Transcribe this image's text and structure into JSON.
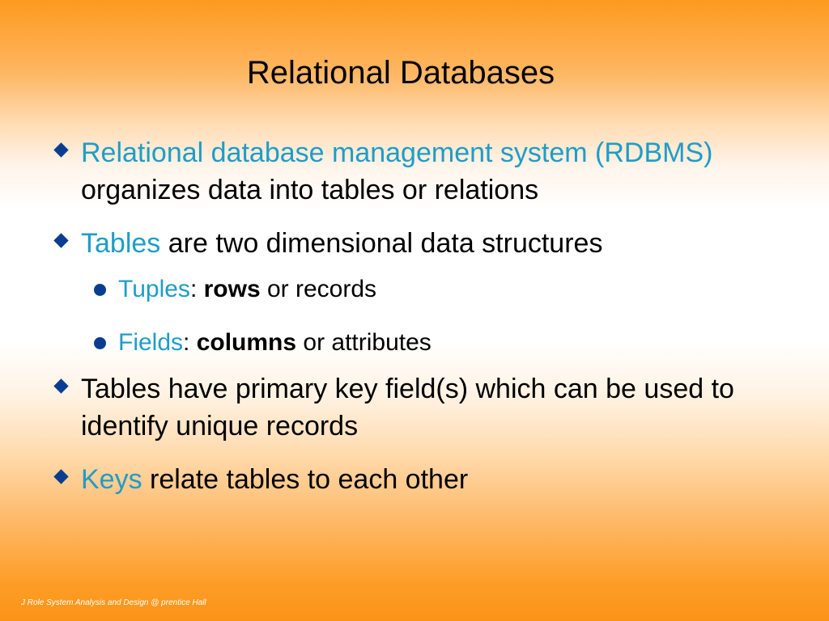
{
  "slide": {
    "title": "Relational Databases",
    "bullets": [
      {
        "highlight": "Relational database management system (RDBMS)",
        "rest": " organizes data into tables or relations"
      },
      {
        "highlight": "Tables",
        "rest": " are two dimensional data structures",
        "sub_bullets": [
          {
            "highlight": "Tuples",
            "sep": ": ",
            "bold": "rows",
            "rest": " or records"
          },
          {
            "highlight": "Fields",
            "sep": ": ",
            "bold": "columns",
            "rest": " or attributes"
          }
        ]
      },
      {
        "highlight": "",
        "rest": "Tables have primary key field(s) which can be used to identify unique records"
      },
      {
        "highlight": "Keys",
        "rest": " relate tables to each other"
      }
    ],
    "footer": "J Role System Analysis and Design @ prentice Hall"
  },
  "colors": {
    "background_top": "#fd9a1e",
    "background_bottom": "#fc9318",
    "highlight_text": "#1e9dc8",
    "bullet_marker": "#0a3d91",
    "body_text": "#000000"
  },
  "icons": {
    "top_level_bullet": "diamond-bullet-icon",
    "sub_bullet": "dot-bullet-icon"
  }
}
